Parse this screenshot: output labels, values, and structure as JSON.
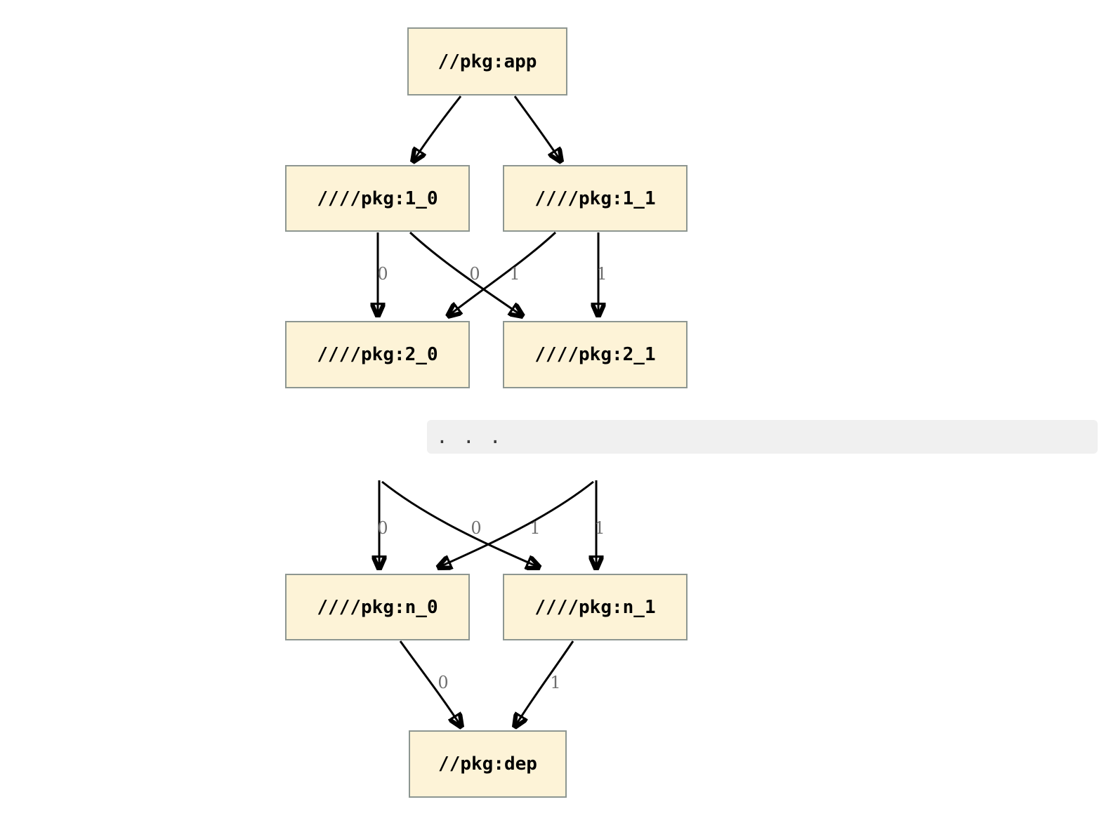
{
  "diagram": {
    "type": "dependency-graph",
    "nodes": {
      "app": "//pkg:app",
      "p1_0": "////pkg:1_0",
      "p1_1": "////pkg:1_1",
      "p2_0": "////pkg:2_0",
      "p2_1": "////pkg:2_1",
      "pn_0": "////pkg:n_0",
      "pn_1": "////pkg:n_1",
      "dep": "//pkg:dep"
    },
    "ellipsis_text": "...",
    "edge_labels": {
      "u_left_direct": "0",
      "u_cross_to_2_0": "0",
      "u_cross_to_2_1": "1",
      "u_right_direct": "1",
      "m_left_direct": "0",
      "m_cross_to_n_0": "0",
      "m_cross_to_n_1": "1",
      "m_right_direct": "1",
      "b_n_0_to_dep": "0",
      "b_n_1_to_dep": "1"
    },
    "colors": {
      "node_fill": "#fdf3d7",
      "node_border": "#8d9691",
      "edge": "#000000",
      "edge_label": "#6f6f6f",
      "ellipsis_bg": "#f0f0f0",
      "ellipsis_dots": "#3a3a3a"
    }
  }
}
